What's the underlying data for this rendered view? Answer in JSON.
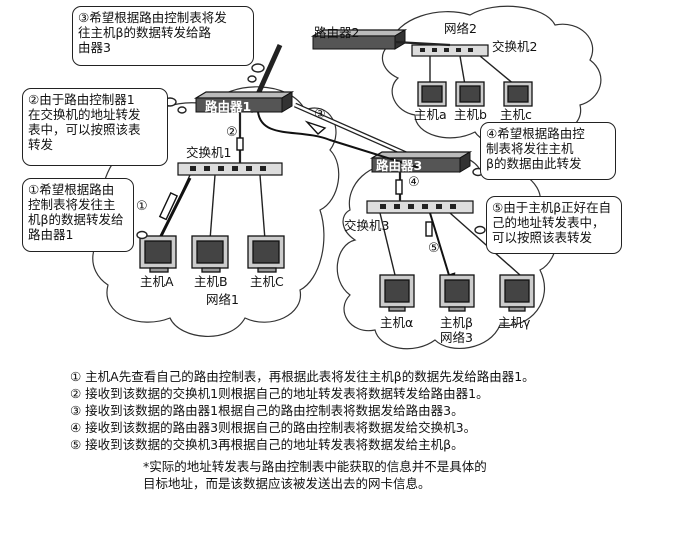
{
  "bubbles": {
    "b3": "③希望根据路由控制表将发\n往主机β的数据转发给路\n由器3",
    "b2": "②由于路由控制器1\n在交换机的地址转发\n表中，可以按照该表\n转发",
    "b1": "①希望根据路由\n控制表将发往主\n机β的数据转发给\n路由器1",
    "b4": "④希望根据路由控\n制表将发往主机\nβ的数据由此转发",
    "b5": "⑤由于主机β正好在自\n己的地址转发表中，\n可以按照该表转发"
  },
  "devices": {
    "router1": "路由器1",
    "router2": "路由器2",
    "router3": "路由器3",
    "switch1": "交换机1",
    "switch2": "交换机2",
    "switch3": "交换机3"
  },
  "networks": {
    "net1": "网络1",
    "net2": "网络2",
    "net3": "网络3"
  },
  "hosts": {
    "A": "主机A",
    "B": "主机B",
    "C": "主机C",
    "a": "主机a",
    "b": "主机b",
    "c": "主机c",
    "alpha": "主机α",
    "beta": "主机β",
    "gamma": "主机γ"
  },
  "markers": {
    "m1": "①",
    "m2": "②",
    "m3": "③",
    "m4": "④",
    "m5": "⑤"
  },
  "steps": [
    "① 主机A先查看自己的路由控制表，再根据此表将发往主机β的数据先发给路由器1。",
    "② 接收到该数据的交换机1则根据自己的地址转发表将数据转发给路由器1。",
    "③ 接收到该数据的路由器1根据自己的路由控制表将数据发给路由器3。",
    "④ 接收到该数据的路由器3则根据自己的路由控制表将数据发给交换机3。",
    "⑤ 接收到该数据的交换机3再根据自己的地址转发表将数据发给主机β。"
  ],
  "note": "*实际的地址转发表与路由控制表中能获取的信息并不是具体的\n目标地址，而是该数据应该被发送出去的网卡信息。"
}
